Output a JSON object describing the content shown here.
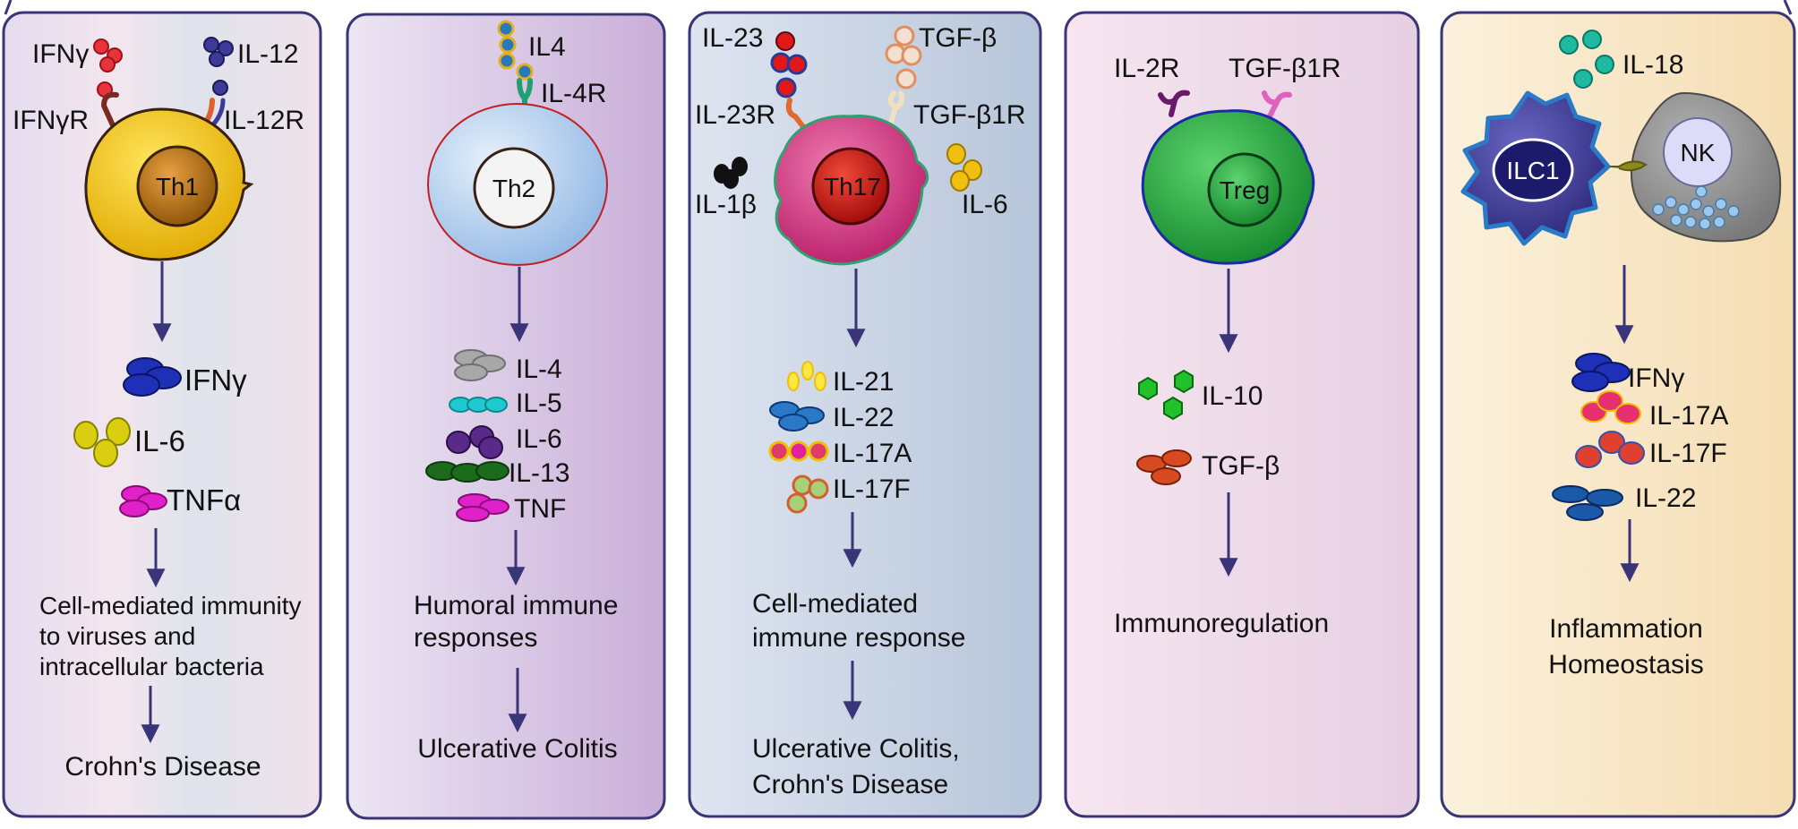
{
  "colors": {
    "panel_border": "#3a3478",
    "arrow": "#3a3478",
    "th1_cell": "#f2c200",
    "th1_nucleus": "#c07a10",
    "th2_cell": "#b8d4f2",
    "th17_cell": "#d6337f",
    "th17_nucleus": "#c40f0f",
    "treg_cell": "#22a83e",
    "ilc1_cell": "#3d3a9a",
    "nk_cell": "#8e8e8e"
  },
  "panels": [
    {
      "id": "th1",
      "cell": "Th1",
      "ligands": [
        "IFNγ",
        "IL-12"
      ],
      "receptors": [
        "IFNγR",
        "IL-12R"
      ],
      "outputs": [
        "IFNγ",
        "IL-6",
        "TNFα"
      ],
      "response": [
        "Cell-mediated immunity",
        "to  viruses and",
        "intracellular bacteria"
      ],
      "disease": [
        "Crohn's Disease"
      ]
    },
    {
      "id": "th2",
      "cell": "Th2",
      "ligands": [
        "IL4"
      ],
      "receptors": [
        "IL-4R"
      ],
      "outputs": [
        "IL-4",
        "IL-5",
        "IL-6",
        "IL-13",
        "TNF"
      ],
      "response": [
        "Humoral immune",
        "responses"
      ],
      "disease": [
        "Ulcerative Colitis"
      ]
    },
    {
      "id": "th17",
      "cell": "Th17",
      "ligands": [
        "IL-23",
        "TGF-β",
        "IL-1β",
        "IL-6"
      ],
      "receptors": [
        "IL-23R",
        "TGF-β1R"
      ],
      "outputs": [
        "IL-21",
        "IL-22",
        "IL-17A",
        "IL-17F"
      ],
      "response": [
        "Cell-mediated",
        "immune response"
      ],
      "disease": [
        "Ulcerative Colitis,",
        "Crohn's Disease"
      ]
    },
    {
      "id": "treg",
      "cell": "Treg",
      "ligands": [],
      "receptors": [
        "IL-2R",
        "TGF-β1R"
      ],
      "outputs": [
        "IL-10",
        "TGF-β"
      ],
      "response": [
        "Immunoregulation"
      ],
      "disease": []
    },
    {
      "id": "ilc1",
      "cell": "ILC1",
      "cell2": "NK",
      "ligands": [
        "IL-18"
      ],
      "receptors": [],
      "outputs": [
        "IFNγ",
        "IL-17A",
        "IL-17F",
        "IL-22"
      ],
      "response": [
        "Inflammation",
        "Homeostasis"
      ],
      "disease": []
    }
  ]
}
